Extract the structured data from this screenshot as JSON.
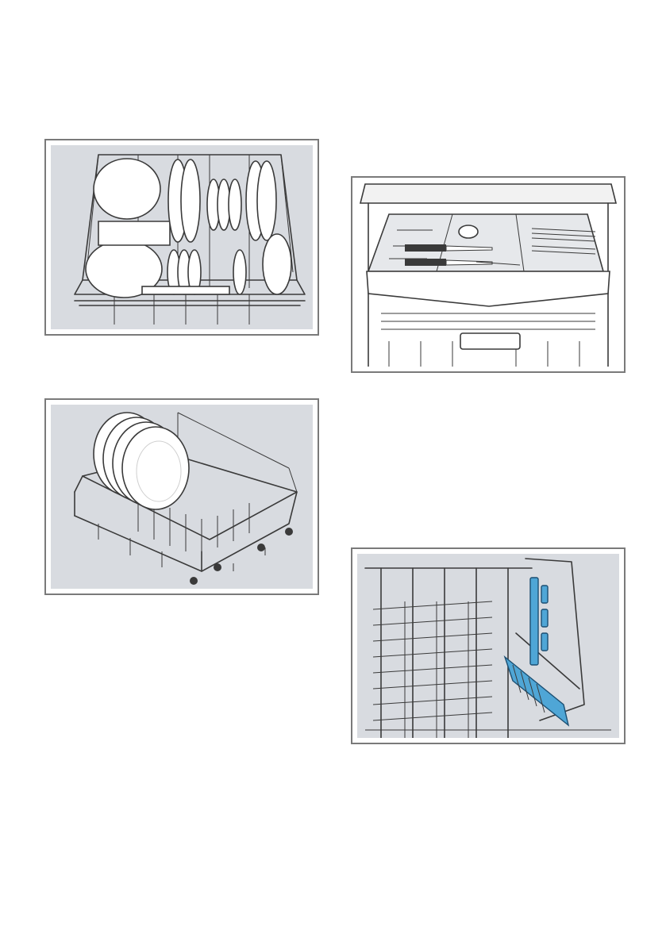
{
  "figures": [
    {
      "name": "upper-basket-with-bowls-and-plates"
    },
    {
      "name": "lower-basket-with-large-plates"
    },
    {
      "name": "cutlery-drawer-top"
    },
    {
      "name": "rack-with-fold-down-tines-blue"
    }
  ],
  "colors": {
    "panel_bg": "#d8dbe0",
    "frame": "#7a7a7a",
    "line": "#3a3a3a",
    "highlight": "#4fa6d6"
  }
}
